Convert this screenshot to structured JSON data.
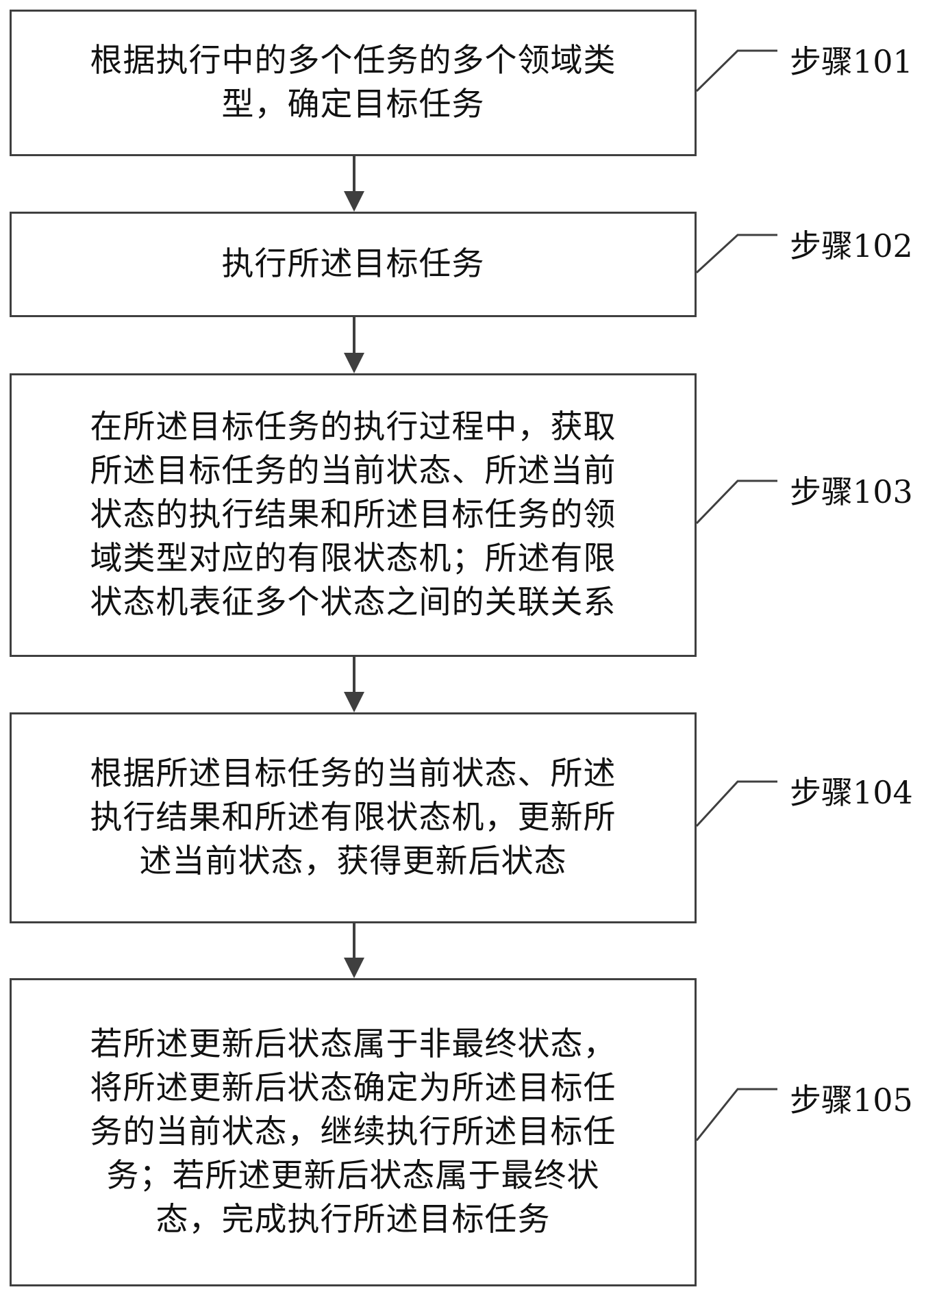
{
  "diagram": {
    "type": "flowchart",
    "direction": "top-to-bottom",
    "line_color": "#3f3f3f",
    "text_color": "#111111",
    "steps": [
      {
        "id": "step-101",
        "label": "步骤101",
        "lines": [
          "根据执行中的多个任务的多个领域类",
          "型，确定目标任务"
        ]
      },
      {
        "id": "step-102",
        "label": "步骤102",
        "lines": [
          "执行所述目标任务"
        ]
      },
      {
        "id": "step-103",
        "label": "步骤103",
        "lines": [
          "在所述目标任务的执行过程中，获取",
          "所述目标任务的当前状态、所述当前",
          "状态的执行结果和所述目标任务的领",
          "域类型对应的有限状态机；所述有限",
          "状态机表征多个状态之间的关联关系"
        ]
      },
      {
        "id": "step-104",
        "label": "步骤104",
        "lines": [
          "根据所述目标任务的当前状态、所述",
          "执行结果和所述有限状态机，更新所",
          "述当前状态，获得更新后状态"
        ]
      },
      {
        "id": "step-105",
        "label": "步骤105",
        "lines": [
          "若所述更新后状态属于非最终状态，",
          "将所述更新后状态确定为所述目标任",
          "务的当前状态，继续执行所述目标任",
          "务；若所述更新后状态属于最终状",
          "态，完成执行所述目标任务"
        ]
      }
    ],
    "edges": [
      {
        "from": "step-101",
        "to": "step-102"
      },
      {
        "from": "step-102",
        "to": "step-103"
      },
      {
        "from": "step-103",
        "to": "step-104"
      },
      {
        "from": "step-104",
        "to": "step-105"
      }
    ]
  }
}
